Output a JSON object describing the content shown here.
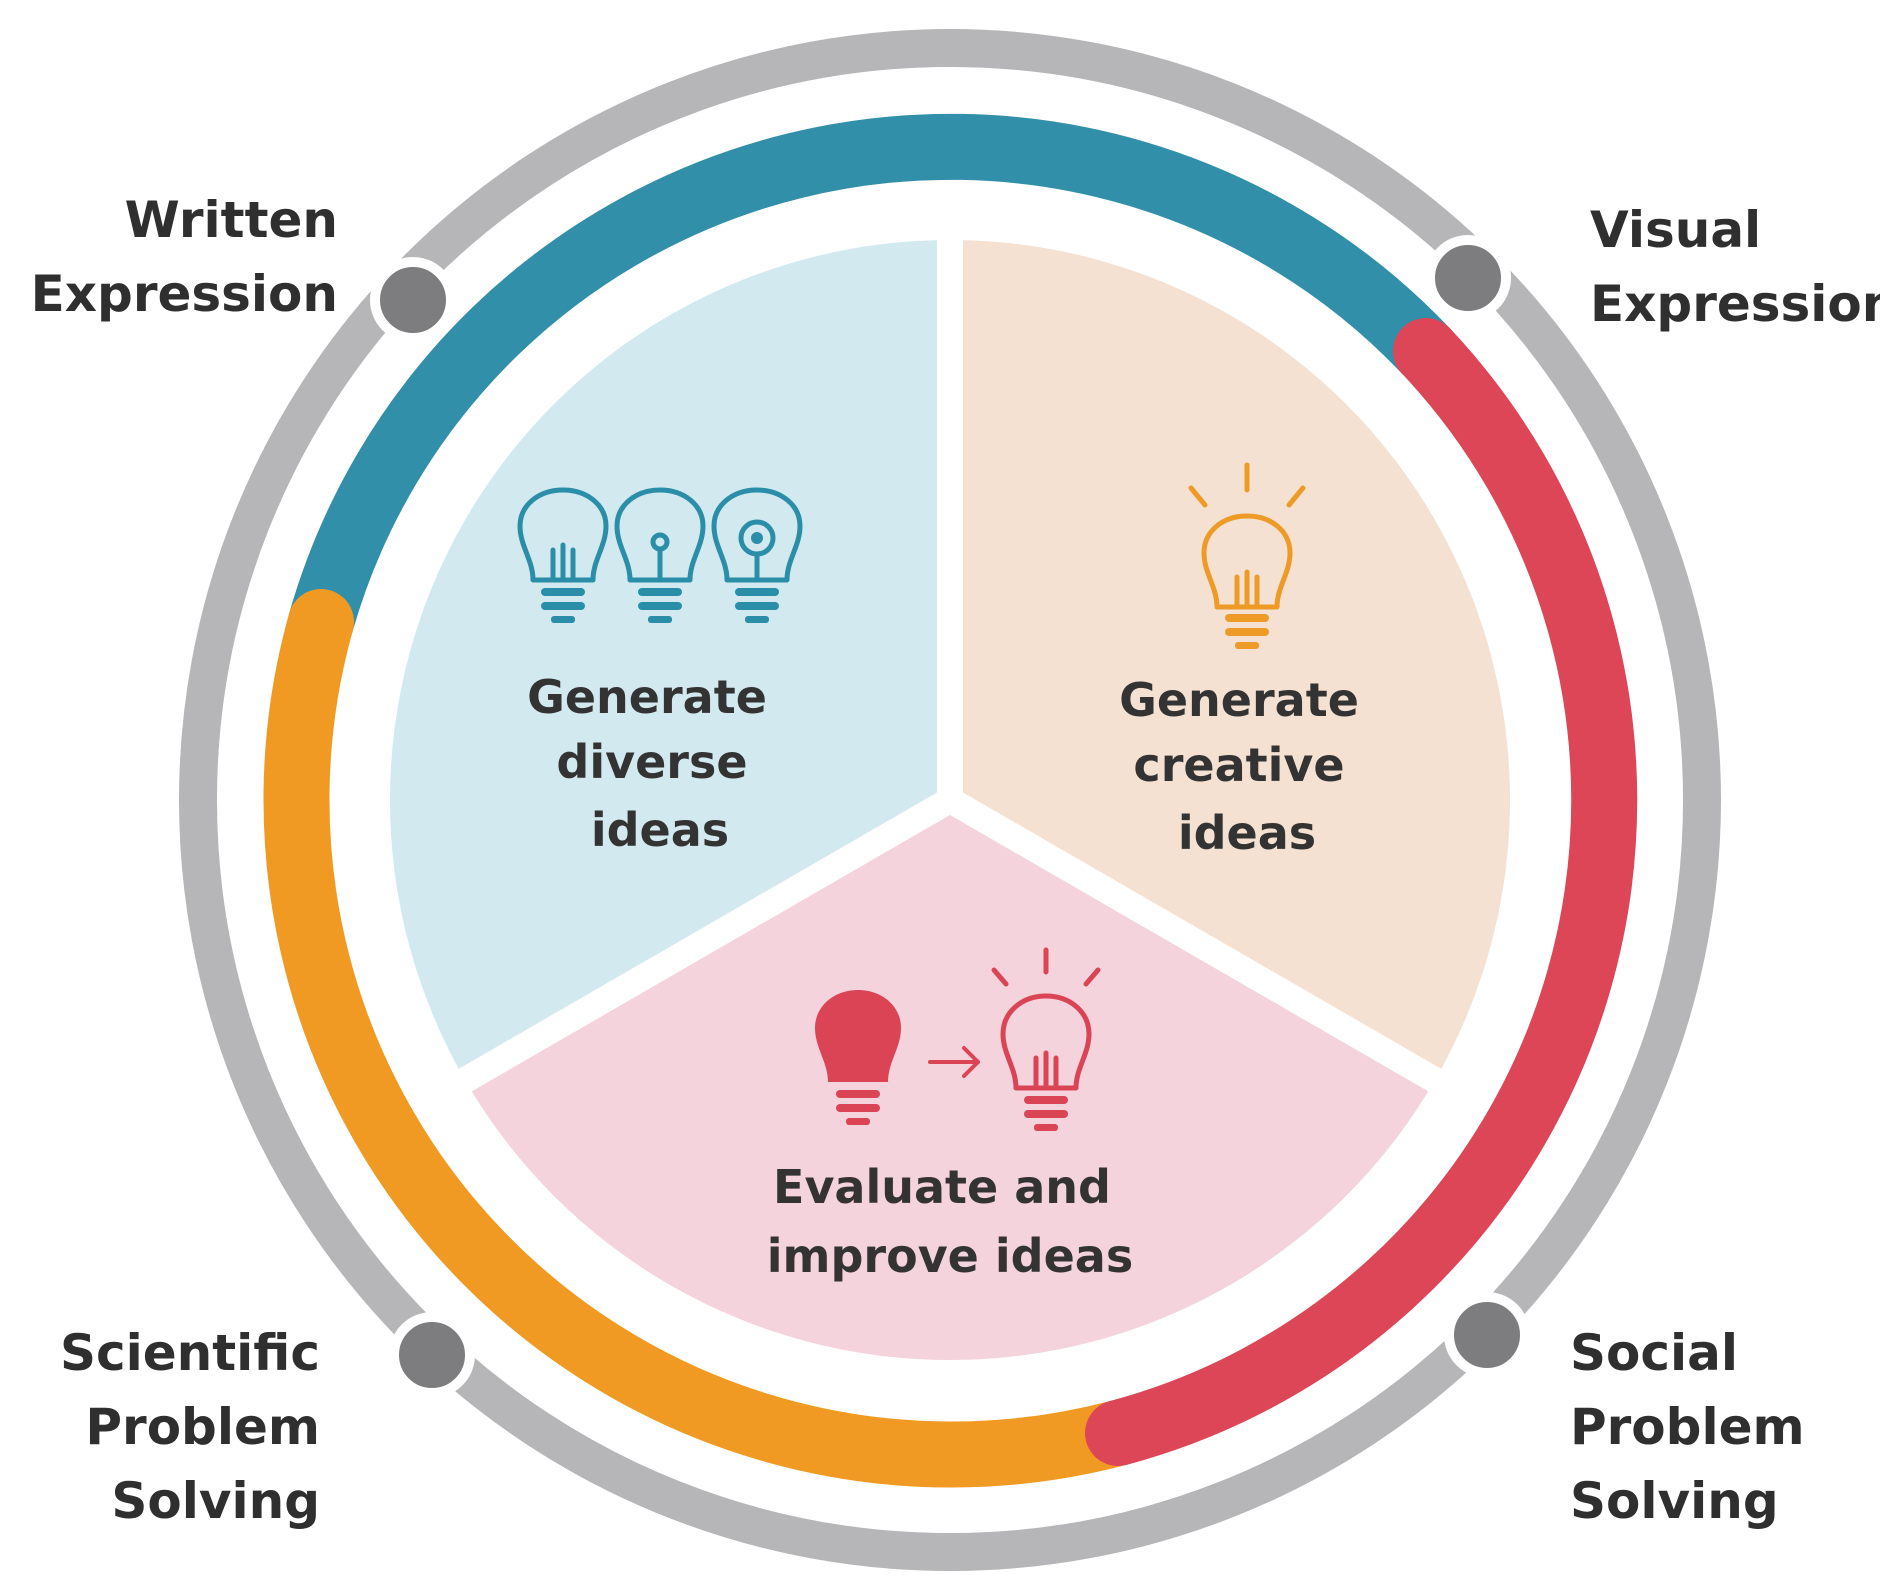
{
  "outer_labels": {
    "top_left": [
      "Written",
      "Expression"
    ],
    "top_right": [
      "Visual",
      "Expression"
    ],
    "bottom_left": [
      "Scientific",
      "Problem",
      "Solving"
    ],
    "bottom_right": [
      "Social",
      "Problem",
      "Solving"
    ]
  },
  "segments": {
    "diverse": {
      "lines": [
        "Generate",
        "diverse",
        "ideas"
      ],
      "fill": "#d3e9f0",
      "icon_color": "#2a8ea8"
    },
    "creative": {
      "lines": [
        "Generate",
        "creative",
        "ideas"
      ],
      "fill": "#f5e1d2",
      "icon_color": "#ee9a26"
    },
    "evaluate": {
      "lines": [
        "Evaluate and",
        "improve ideas"
      ],
      "fill": "#f4d3dc",
      "icon_color": "#db4455"
    }
  },
  "colors": {
    "outer_ring": "#b6b6b8",
    "node": "#7d7d7f",
    "arc_blue": "#318fa9",
    "arc_orange": "#f19a23",
    "arc_red": "#dc4656",
    "text": "#2f2f2f"
  }
}
